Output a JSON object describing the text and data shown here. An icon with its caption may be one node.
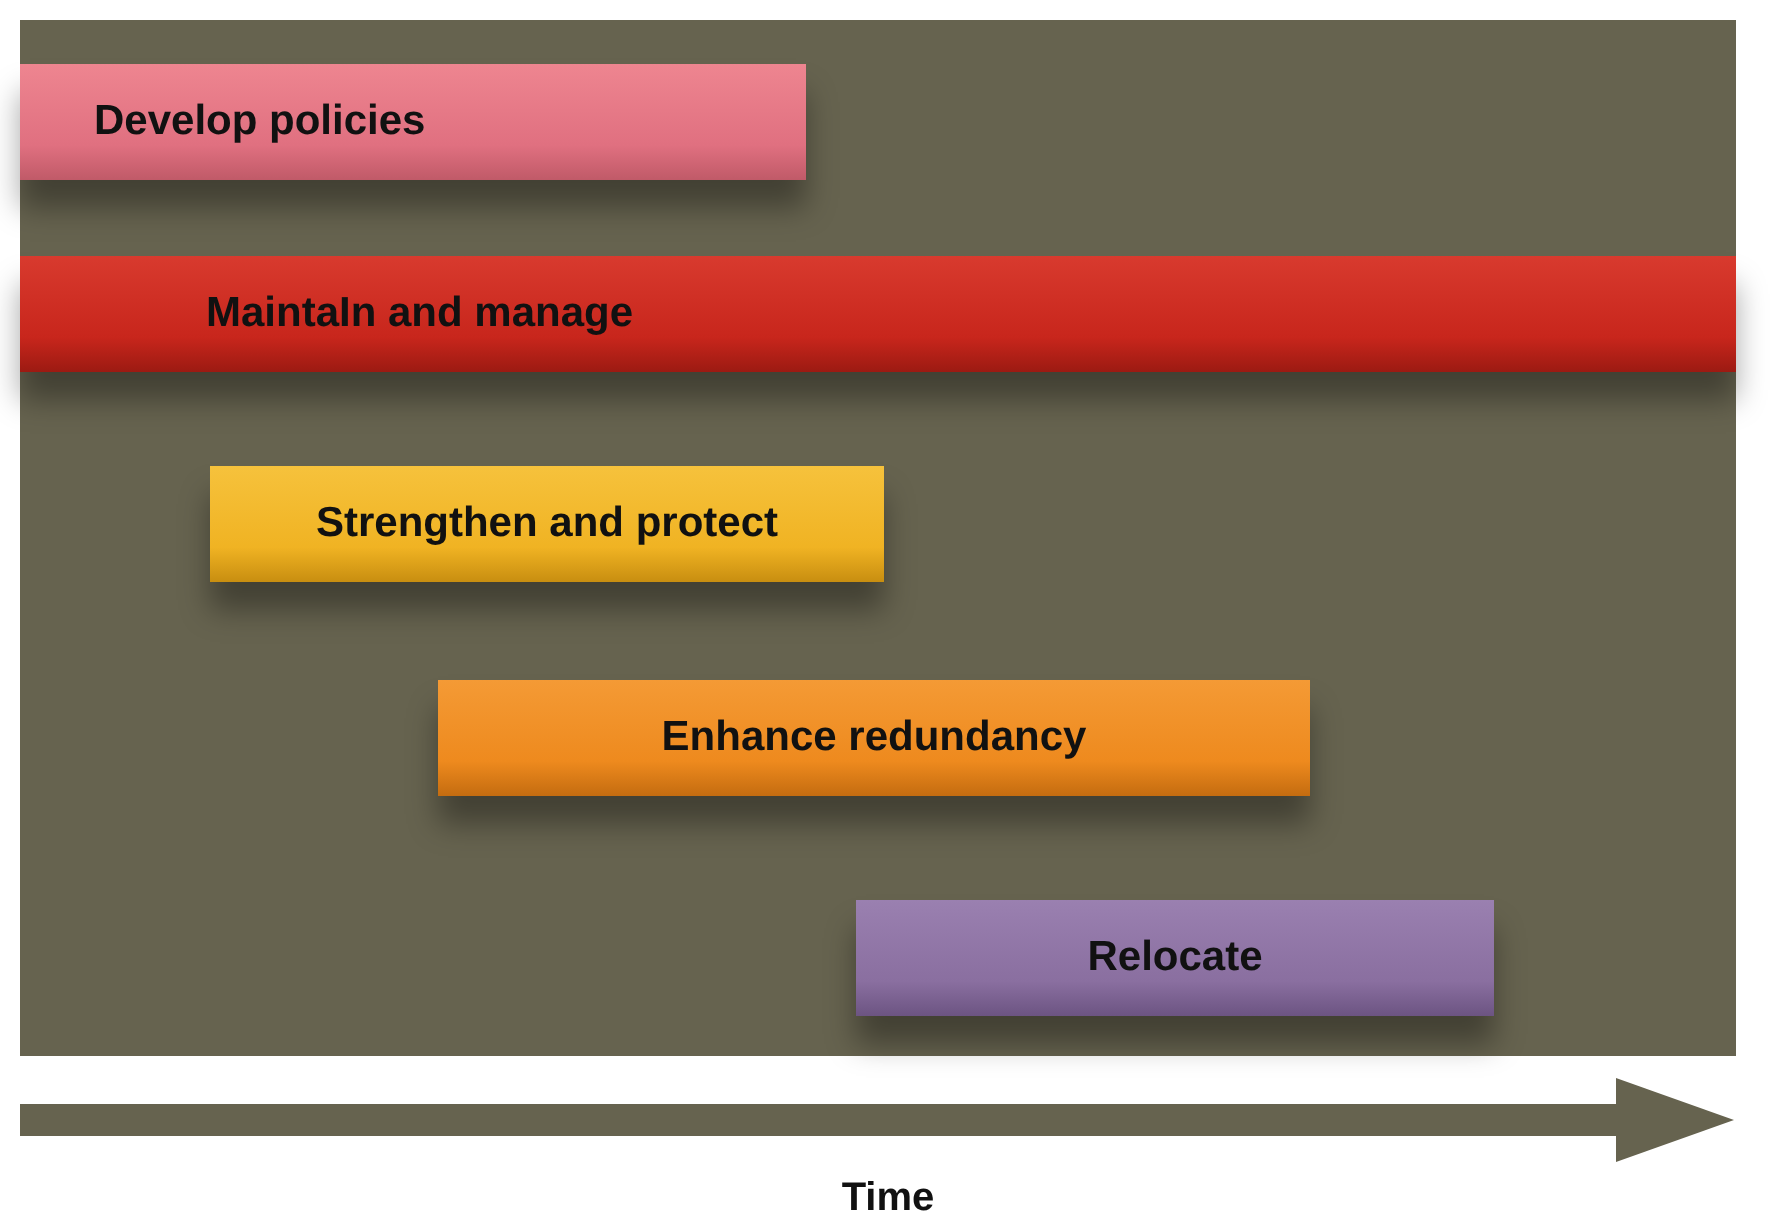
{
  "diagram": {
    "nodes": [
      {
        "text": [
          "Develop policies"
        ]
      },
      {
        "text": [
          "MaintaIn and manage"
        ]
      },
      {
        "text": [
          "Strengthen and protect"
        ]
      },
      {
        "text": [
          "Enhance redundancy"
        ]
      },
      {
        "text": [
          "Relocate"
        ]
      }
    ],
    "labels": [
      "Time"
    ]
  }
}
